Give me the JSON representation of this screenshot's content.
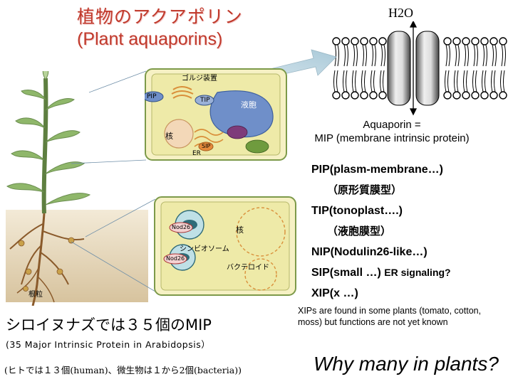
{
  "title": {
    "japanese": "植物のアクアポリン",
    "english": "(Plant aquaporins)"
  },
  "membrane_diagram": {
    "molecule_label": "H2O",
    "caption_line1": "Aquaporin =",
    "caption_line2": "MIP (membrane intrinsic protein)"
  },
  "cell_diagram_top": {
    "golgi": "ゴルジ装置",
    "pip": "PIP",
    "tip": "TIP",
    "vacuole": "液胞",
    "nucleus": "核",
    "sip": "SIP",
    "er": "ER"
  },
  "cell_diagram_bottom": {
    "nod_top": "Nod26",
    "nucleus": "核",
    "symbiosome": "シンビオソーム",
    "nod_bottom": "Nod26",
    "bacteroid": "バクテロイド"
  },
  "root_label": "根粒",
  "aquaporin_types": [
    {
      "label": "PIP(plasm-membrane…)"
    },
    {
      "label": "（原形質膜型）",
      "jp": true
    },
    {
      "label": "TIP(tonoplast….)"
    },
    {
      "label": "（液胞膜型）",
      "jp": true
    },
    {
      "label": "NIP(Nodulin26-like…)"
    },
    {
      "label": "SIP(small …)",
      "note": "ER signaling?"
    },
    {
      "label": "XIP(x …)"
    }
  ],
  "xips_note": "XIPs are found in some plants (tomato, cotton, moss) but functions are not yet known",
  "arabidopsis_count": "シロイヌナズでは３５個のMIP",
  "arabidopsis_subtitle": "(35 Major Intrinsic Protein in Arabidopsis）",
  "comparison": "(ヒトでは１３個(human)、微生物は１から2個(bacteria))",
  "question": "Why many in plants?",
  "colors": {
    "title": "#c0392b",
    "cell_bg": "#f6f1c4",
    "vacuole": "#6f8fc9",
    "membrane_protein": "#d9d9d9"
  }
}
